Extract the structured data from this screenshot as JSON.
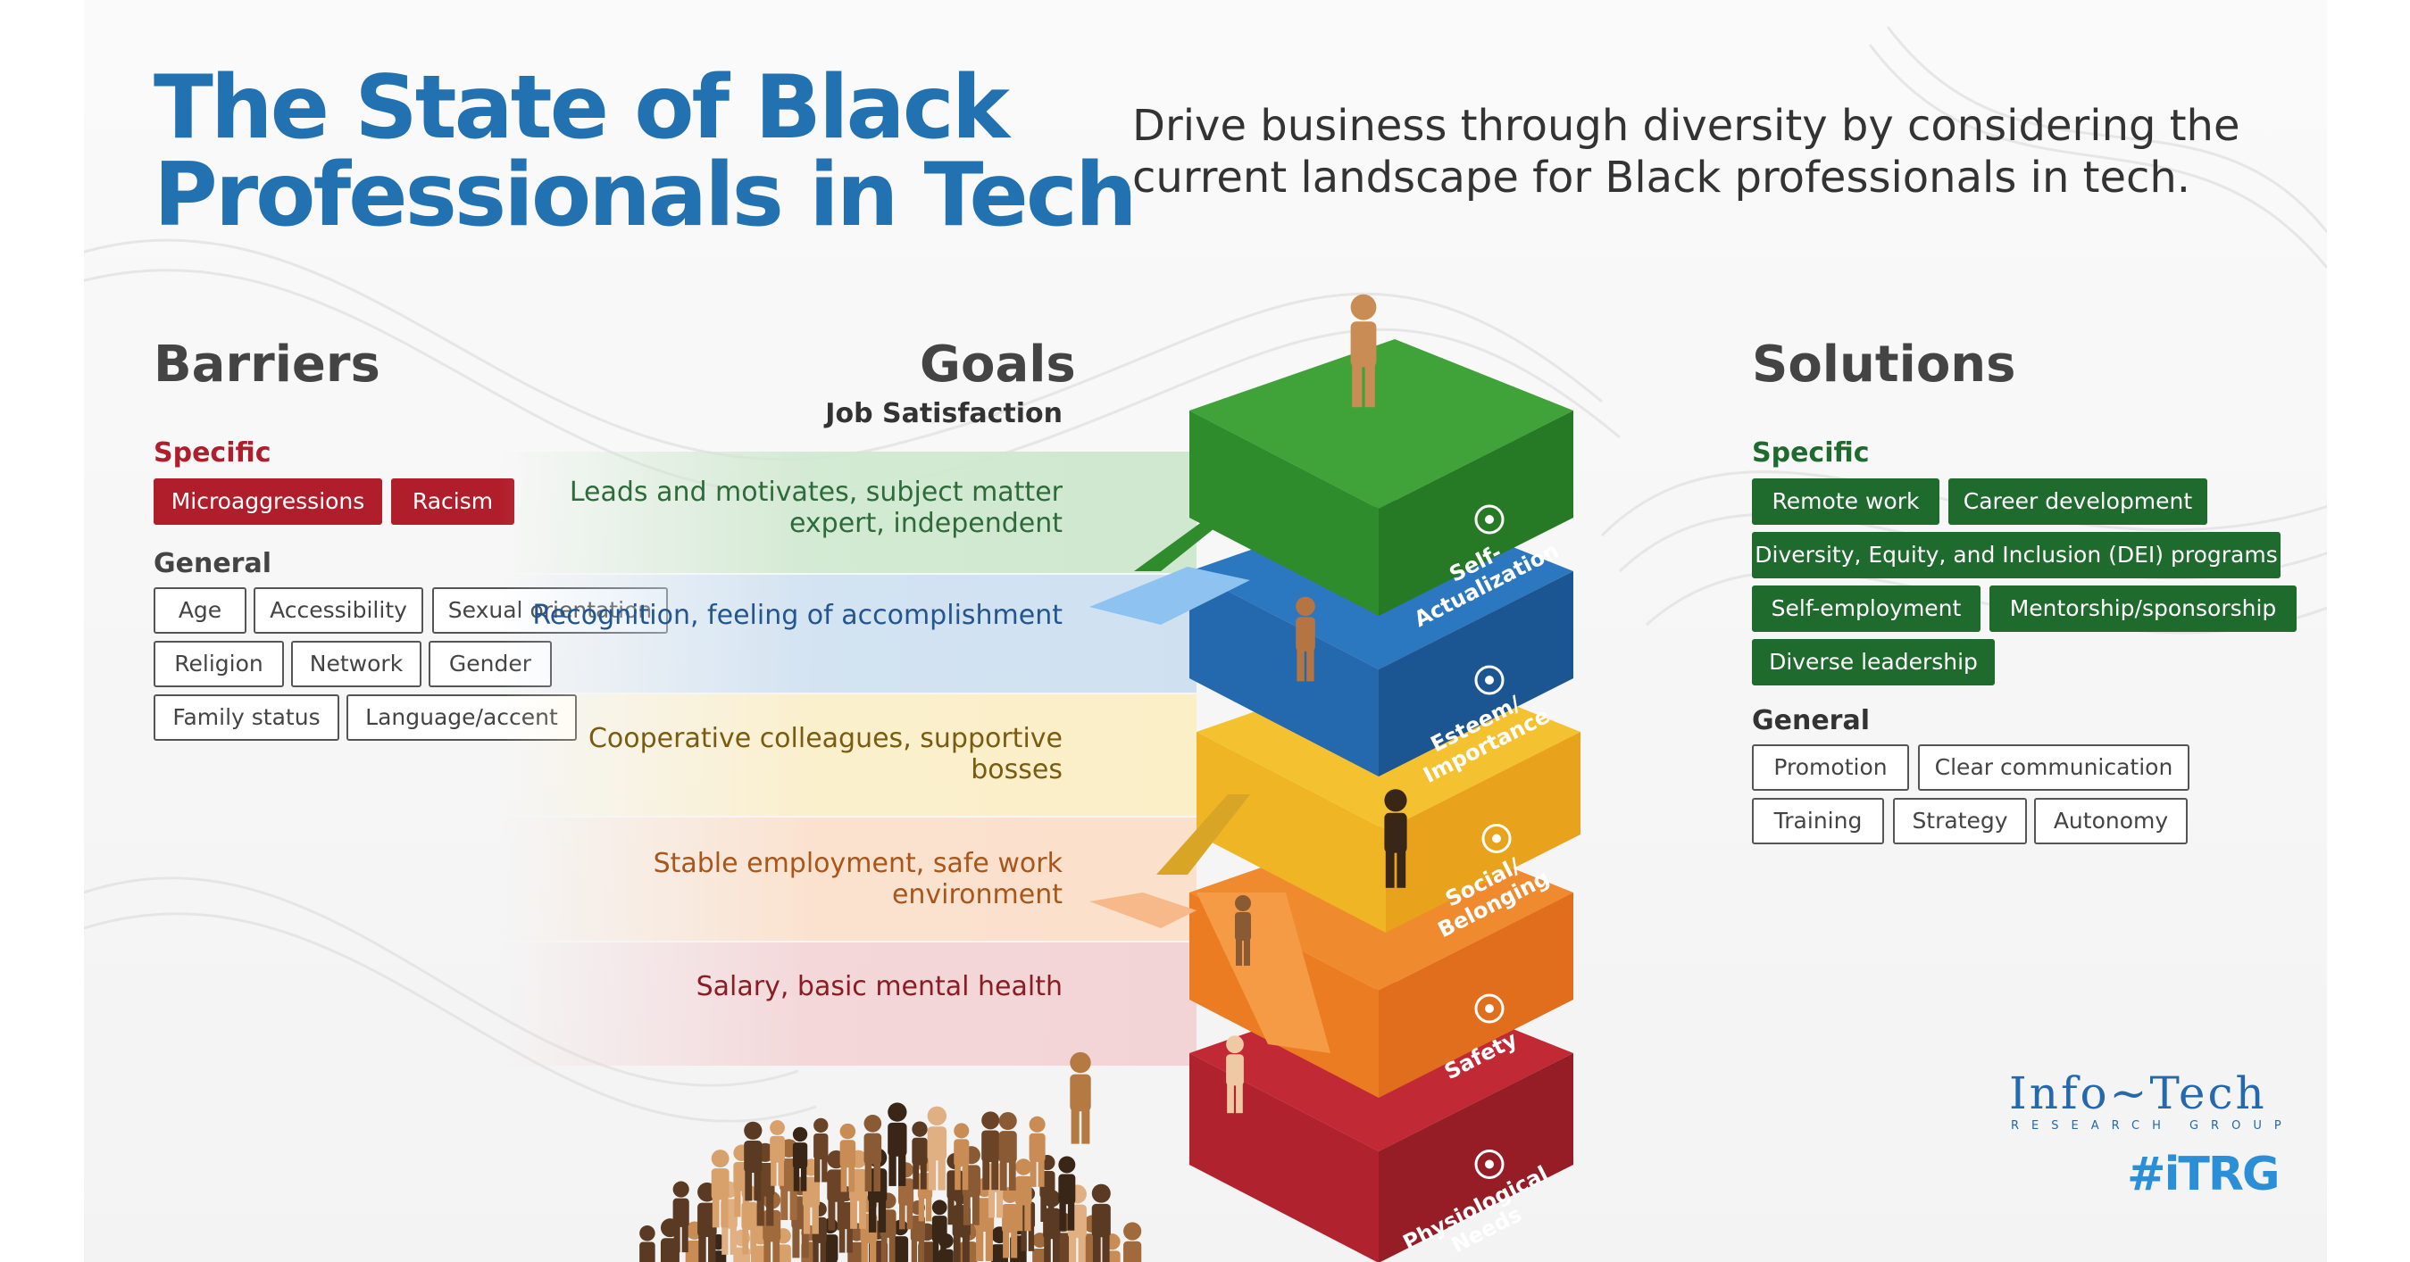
{
  "title": {
    "line1": "The State of Black",
    "line2": "Professionals in Tech"
  },
  "subtitle": "Drive business through diversity by considering the current landscape for Black professionals in tech.",
  "barriers": {
    "heading": "Barriers",
    "specific_label": "Specific",
    "specific": [
      "Microaggressions",
      "Racism"
    ],
    "general_label": "General",
    "general": [
      "Age",
      "Accessibility",
      "Sexual orientation",
      "Religion",
      "Network",
      "Gender",
      "Family status",
      "Language/accent"
    ]
  },
  "goals": {
    "heading": "Goals",
    "subheading": "Job Satisfaction",
    "items": [
      {
        "text": "Leads and motivates, subject matter expert, independent",
        "color": "#2e6b3a"
      },
      {
        "text": "Recognition, feeling of accomplishment",
        "color": "#23558f"
      },
      {
        "text": "Cooperative colleagues, supportive bosses",
        "color": "#7a5c10"
      },
      {
        "text": "Stable employment, safe work environment",
        "color": "#a9561b"
      },
      {
        "text": "Salary, basic mental health",
        "color": "#8a1c24"
      }
    ]
  },
  "pyramid": {
    "levels": [
      {
        "label": "Self-Actualization",
        "icon": "lightbulb-icon",
        "top": "#3fa33a",
        "left": "#2f8c2c",
        "right": "#267a25"
      },
      {
        "label": "Esteem/ Importance",
        "icon": "faces-icon",
        "top": "#2b77c0",
        "left": "#2468ae",
        "right": "#1b5592"
      },
      {
        "label": "Social/ Belonging",
        "icon": "group-icon",
        "top": "#f4c231",
        "left": "#f0b524",
        "right": "#e9a21b"
      },
      {
        "label": "Safety",
        "icon": "shield-icon",
        "top": "#f08a2e",
        "left": "#ec7c22",
        "right": "#e06e1c"
      },
      {
        "label": "Physiological Needs",
        "icon": "doctor-icon",
        "top": "#c12a35",
        "left": "#b0222d",
        "right": "#961c26"
      }
    ]
  },
  "solutions": {
    "heading": "Solutions",
    "specific_label": "Specific",
    "specific": [
      "Remote work",
      "Career development",
      "Diversity, Equity, and Inclusion (DEI) programs",
      "Self-employment",
      "Mentorship/sponsorship",
      "Diverse leadership"
    ],
    "general_label": "General",
    "general": [
      "Promotion",
      "Clear communication",
      "Training",
      "Strategy",
      "Autonomy"
    ]
  },
  "logo": {
    "name": "Info~Tech",
    "tagline": "RESEARCH GROUP",
    "hashtag": "#iTRG",
    "color": "#2468ae"
  },
  "colors": {
    "title": "#2272b2",
    "barrier_specific": "#b11e2b",
    "solution_specific": "#1f6b2e"
  }
}
